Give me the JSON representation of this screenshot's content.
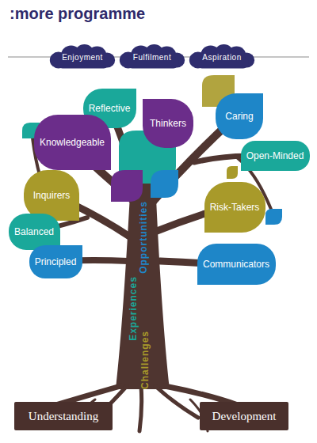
{
  "diagram": {
    "title": ":more programme",
    "nodes": [
      {
        "text": [
          "Enjoyment"
        ]
      },
      {
        "text": [
          "Fulfilment"
        ]
      },
      {
        "text": [
          "Aspiration"
        ]
      },
      {
        "text": [
          "Reflective"
        ]
      },
      {
        "text": [
          "Thinkers"
        ]
      },
      {
        "text": [
          "Caring"
        ]
      },
      {
        "text": [
          "Knowledgeable"
        ]
      },
      {
        "text": [
          "Open-Minded"
        ]
      },
      {
        "text": [
          "Inquirers"
        ]
      },
      {
        "text": [
          "Risk-Takers"
        ]
      },
      {
        "text": [
          "Balanced"
        ]
      },
      {
        "text": [
          "Principled"
        ]
      },
      {
        "text": [
          "Communicators"
        ]
      },
      {
        "text": [
          "Understanding"
        ]
      },
      {
        "text": [
          "Development"
        ]
      }
    ],
    "labels": [
      "Opportunities",
      "Experiences",
      "Challenges"
    ]
  }
}
